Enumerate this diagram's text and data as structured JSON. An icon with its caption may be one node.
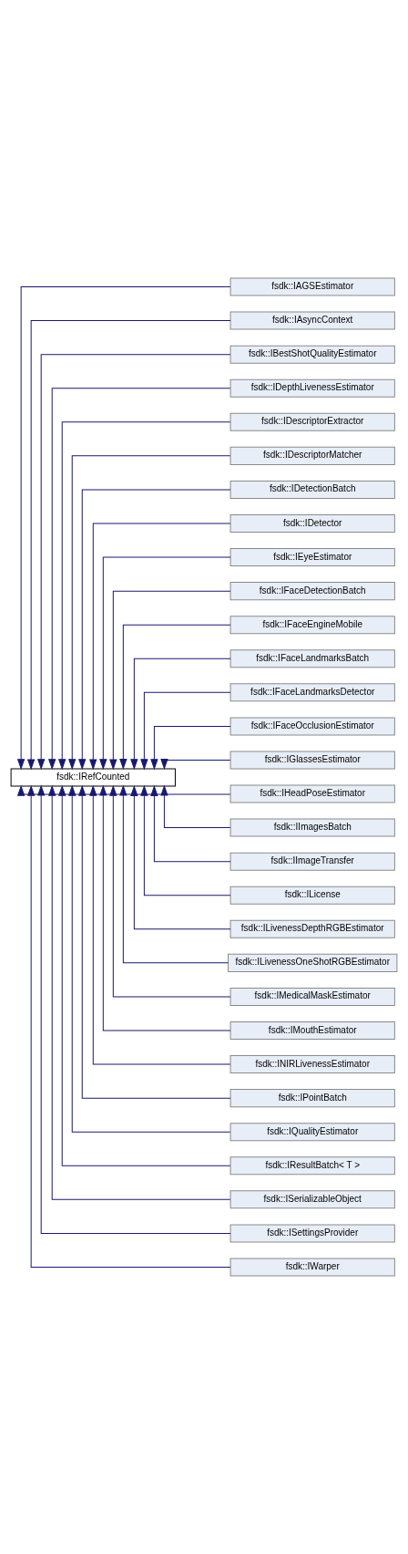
{
  "diagram": {
    "nodes": [
      {
        "text": [
          "fsdk::IRefCounted"
        ]
      },
      {
        "text": [
          "fsdk::IAGSEstimator"
        ]
      },
      {
        "text": [
          "fsdk::IAsyncContext"
        ]
      },
      {
        "text": [
          "fsdk::IBestShotQualityEstimator"
        ]
      },
      {
        "text": [
          "fsdk::IDepthLivenessEstimator"
        ]
      },
      {
        "text": [
          "fsdk::IDescriptorExtractor"
        ]
      },
      {
        "text": [
          "fsdk::IDescriptorMatcher"
        ]
      },
      {
        "text": [
          "fsdk::IDetectionBatch"
        ]
      },
      {
        "text": [
          "fsdk::IDetector"
        ]
      },
      {
        "text": [
          "fsdk::IEyeEstimator"
        ]
      },
      {
        "text": [
          "fsdk::IFaceDetectionBatch"
        ]
      },
      {
        "text": [
          "fsdk::IFaceEngineMobile"
        ]
      },
      {
        "text": [
          "fsdk::IFaceLandmarksBatch"
        ]
      },
      {
        "text": [
          "fsdk::IFaceLandmarksDetector"
        ]
      },
      {
        "text": [
          "fsdk::IFaceOcclusionEstimator"
        ]
      },
      {
        "text": [
          "fsdk::IGlassesEstimator"
        ]
      },
      {
        "text": [
          "fsdk::IHeadPoseEstimator"
        ]
      },
      {
        "text": [
          "fsdk::IImagesBatch"
        ]
      },
      {
        "text": [
          "fsdk::IImageTransfer"
        ]
      },
      {
        "text": [
          "fsdk::ILicense"
        ]
      },
      {
        "text": [
          "fsdk::ILivenessDepthRGBEstimator"
        ]
      },
      {
        "text": [
          "fsdk::ILivenessOneShotRGBEstimator"
        ]
      },
      {
        "text": [
          "fsdk::IMedicalMaskEstimator"
        ]
      },
      {
        "text": [
          "fsdk::IMouthEstimator"
        ]
      },
      {
        "text": [
          "fsdk::INIRLivenessEstimator"
        ]
      },
      {
        "text": [
          "fsdk::IPointBatch"
        ]
      },
      {
        "text": [
          "fsdk::IQualityEstimator"
        ]
      },
      {
        "text": [
          "fsdk::IResultBatch< T >"
        ]
      },
      {
        "text": [
          "fsdk::ISerializableObject"
        ]
      },
      {
        "text": [
          "fsdk::ISettingsProvider"
        ]
      },
      {
        "text": [
          "fsdk::IWarper"
        ]
      }
    ],
    "edges": [
      {
        "from": 1,
        "to": 0,
        "arrow": "to"
      },
      {
        "from": 2,
        "to": 0,
        "arrow": "to"
      },
      {
        "from": 3,
        "to": 0,
        "arrow": "to"
      },
      {
        "from": 4,
        "to": 0,
        "arrow": "to"
      },
      {
        "from": 5,
        "to": 0,
        "arrow": "to"
      },
      {
        "from": 6,
        "to": 0,
        "arrow": "to"
      },
      {
        "from": 7,
        "to": 0,
        "arrow": "to"
      },
      {
        "from": 8,
        "to": 0,
        "arrow": "to"
      },
      {
        "from": 9,
        "to": 0,
        "arrow": "to"
      },
      {
        "from": 10,
        "to": 0,
        "arrow": "to"
      },
      {
        "from": 11,
        "to": 0,
        "arrow": "to"
      },
      {
        "from": 12,
        "to": 0,
        "arrow": "to"
      },
      {
        "from": 13,
        "to": 0,
        "arrow": "to"
      },
      {
        "from": 14,
        "to": 0,
        "arrow": "to"
      },
      {
        "from": 15,
        "to": 0,
        "arrow": "to"
      },
      {
        "from": 16,
        "to": 0,
        "arrow": "to"
      },
      {
        "from": 17,
        "to": 0,
        "arrow": "to"
      },
      {
        "from": 18,
        "to": 0,
        "arrow": "to"
      },
      {
        "from": 19,
        "to": 0,
        "arrow": "to"
      },
      {
        "from": 20,
        "to": 0,
        "arrow": "to"
      },
      {
        "from": 21,
        "to": 0,
        "arrow": "to"
      },
      {
        "from": 22,
        "to": 0,
        "arrow": "to"
      },
      {
        "from": 23,
        "to": 0,
        "arrow": "to"
      },
      {
        "from": 24,
        "to": 0,
        "arrow": "to"
      },
      {
        "from": 25,
        "to": 0,
        "arrow": "to"
      },
      {
        "from": 26,
        "to": 0,
        "arrow": "to"
      },
      {
        "from": 27,
        "to": 0,
        "arrow": "to"
      },
      {
        "from": 28,
        "to": 0,
        "arrow": "to"
      },
      {
        "from": 29,
        "to": 0,
        "arrow": "to"
      },
      {
        "from": 30,
        "to": 0,
        "arrow": "to"
      }
    ]
  }
}
